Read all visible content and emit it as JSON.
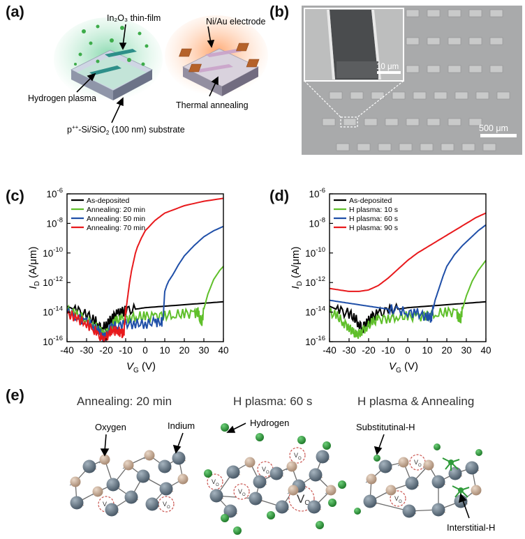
{
  "panels": {
    "a": {
      "label": "(a)",
      "film": "In₂O₃ thin-film",
      "electrode": "Ni/Au electrode",
      "plasma": "Hydrogen plasma",
      "annealing": "Thermal annealing",
      "substrate_pre": "p",
      "substrate_sup": "++",
      "substrate_mid": "-Si/SiO",
      "substrate_sub": "2",
      "substrate_post": " (100 nm) substrate"
    },
    "b": {
      "label": "(b)",
      "inset_scale": "10 μm",
      "main_scale": "500 μm"
    },
    "c": {
      "label": "(c)"
    },
    "d": {
      "label": "(d)"
    },
    "e": {
      "label": "(e)",
      "title1": "Annealing: 20 min",
      "title2": "H plasma: 60 s",
      "title3": "H plasma & Annealing",
      "oxygen": "Oxygen",
      "indium": "Indium",
      "hydrogen": "Hydrogen",
      "subst": "Substitutinal-H",
      "inter": "Interstitial-H",
      "vo": "V",
      "vo_sub": "O"
    }
  },
  "colors": {
    "black": "#000000",
    "green": "#5fbf2a",
    "blue": "#1f4fa8",
    "red": "#e8191c",
    "indium": "#5f7180",
    "oxygen": "#c4a68e",
    "hydrogen": "#2f9a3a",
    "vo_ring": "#c9534e"
  },
  "chart_data": [
    {
      "type": "line",
      "panel": "c",
      "xlabel_main": "V",
      "xlabel_sub": "G",
      "xlabel_unit": " (V)",
      "ylabel_main": "I",
      "ylabel_sub": "D",
      "ylabel_unit": " (A/μm)",
      "xlim": [
        -40,
        40
      ],
      "ylim_log10": [
        -16,
        -6
      ],
      "xticks": [
        "-40",
        "-30",
        "-20",
        "-10",
        "0",
        "10",
        "20",
        "30",
        "40"
      ],
      "ytick_exponents": [
        "-16",
        "-14",
        "-12",
        "-10",
        "-8",
        "-6"
      ],
      "legend_position": "top-left",
      "series": [
        {
          "name": "As-deposited",
          "color": "#000000",
          "x": [
            -40,
            -35,
            -30,
            -26,
            -24,
            -22,
            -20,
            -18,
            -16,
            -14,
            -12,
            -10,
            -5,
            0,
            10,
            20,
            30,
            40
          ],
          "log10": [
            -13.6,
            -13.9,
            -14.2,
            -14.5,
            -14.9,
            -15.1,
            -14.9,
            -14.6,
            -14.3,
            -14.1,
            -14.0,
            -13.9,
            -13.8,
            -13.7,
            -13.6,
            -13.5,
            -13.4,
            -13.3
          ]
        },
        {
          "name": "Annealing: 20 min",
          "color": "#5fbf2a",
          "x": [
            -40,
            -35,
            -30,
            -26,
            -23,
            -21,
            -19,
            -17,
            -15,
            -12,
            -8,
            -4,
            0,
            5,
            10,
            15,
            20,
            25,
            27,
            28,
            29,
            30,
            32,
            35,
            38,
            40
          ],
          "log10": [
            -13.9,
            -14.2,
            -14.5,
            -14.9,
            -15.3,
            -15.6,
            -15.2,
            -14.9,
            -14.6,
            -14.5,
            -14.4,
            -14.3,
            -14.3,
            -14.3,
            -14.2,
            -14.2,
            -14.1,
            -14.1,
            -14.0,
            -14.5,
            -14.6,
            -13.8,
            -12.8,
            -11.8,
            -11.2,
            -10.9
          ]
        },
        {
          "name": "Annealing: 50 min",
          "color": "#1f4fa8",
          "x": [
            -40,
            -35,
            -30,
            -26,
            -23,
            -21,
            -19,
            -17,
            -14,
            -10,
            -5,
            0,
            5,
            8,
            9,
            10,
            11,
            12,
            14,
            17,
            20,
            25,
            30,
            35,
            40
          ],
          "log10": [
            -14.0,
            -14.3,
            -14.7,
            -15.0,
            -15.4,
            -15.8,
            -15.3,
            -15.0,
            -14.9,
            -14.8,
            -14.8,
            -14.8,
            -14.7,
            -14.6,
            -14.7,
            -12.6,
            -12.2,
            -11.9,
            -11.5,
            -10.8,
            -10.2,
            -9.5,
            -8.9,
            -8.5,
            -8.2
          ]
        },
        {
          "name": "Annealing: 70 min",
          "color": "#e8191c",
          "x": [
            -40,
            -35,
            -30,
            -26,
            -23,
            -21,
            -19,
            -17,
            -14,
            -12,
            -11,
            -10,
            -9,
            -8,
            -7,
            -6,
            -5,
            -4,
            -2,
            0,
            5,
            10,
            20,
            30,
            40
          ],
          "log10": [
            -14.1,
            -14.4,
            -14.8,
            -15.2,
            -15.6,
            -15.9,
            -15.5,
            -15.2,
            -15.3,
            -15.4,
            -15.5,
            -14.0,
            -13.0,
            -12.0,
            -11.2,
            -10.6,
            -10.0,
            -9.6,
            -9.0,
            -8.5,
            -7.8,
            -7.3,
            -6.8,
            -6.5,
            -6.3
          ]
        }
      ]
    },
    {
      "type": "line",
      "panel": "d",
      "xlabel_main": "V",
      "xlabel_sub": "G",
      "xlabel_unit": " (V)",
      "ylabel_main": "I",
      "ylabel_sub": "D",
      "ylabel_unit": " (A/μm)",
      "xlim": [
        -40,
        40
      ],
      "ylim_log10": [
        -16,
        -6
      ],
      "xticks": [
        "-40",
        "-30",
        "-20",
        "-10",
        "0",
        "10",
        "20",
        "30",
        "40"
      ],
      "ytick_exponents": [
        "-16",
        "-14",
        "-12",
        "-10",
        "-8",
        "-6"
      ],
      "legend_position": "top-left",
      "series": [
        {
          "name": "As-deposited",
          "color": "#000000",
          "x": [
            -40,
            -35,
            -30,
            -27,
            -25,
            -23,
            -22,
            -20,
            -18,
            -15,
            -10,
            -5,
            0,
            10,
            20,
            30,
            40
          ],
          "log10": [
            -13.6,
            -13.9,
            -14.1,
            -14.4,
            -14.8,
            -15.1,
            -14.9,
            -14.6,
            -14.3,
            -14.1,
            -13.9,
            -13.8,
            -13.7,
            -13.6,
            -13.5,
            -13.4,
            -13.3
          ]
        },
        {
          "name": "H plasma: 10 s",
          "color": "#5fbf2a",
          "x": [
            -40,
            -36,
            -33,
            -30,
            -28,
            -26,
            -24,
            -21,
            -18,
            -15,
            -10,
            -5,
            0,
            5,
            10,
            15,
            20,
            25,
            26,
            27,
            28,
            30,
            33,
            36,
            40
          ],
          "log10": [
            -14.0,
            -14.3,
            -14.7,
            -15.0,
            -15.4,
            -15.6,
            -15.3,
            -15.0,
            -14.7,
            -14.5,
            -14.4,
            -14.3,
            -14.3,
            -14.3,
            -14.2,
            -14.1,
            -14.0,
            -14.0,
            -14.4,
            -14.5,
            -13.8,
            -12.9,
            -11.9,
            -11.2,
            -10.5
          ]
        },
        {
          "name": "H plasma: 60 s",
          "color": "#1f4fa8",
          "x": [
            -40,
            -35,
            -30,
            -25,
            -20,
            -15,
            -10,
            -5,
            0,
            5,
            10,
            12,
            13,
            14,
            16,
            18,
            20,
            24,
            28,
            32,
            36,
            40
          ],
          "log10": [
            -13.2,
            -13.3,
            -13.4,
            -13.5,
            -13.6,
            -13.7,
            -13.8,
            -13.9,
            -14.0,
            -14.1,
            -14.3,
            -14.4,
            -13.8,
            -13.2,
            -12.4,
            -11.6,
            -10.9,
            -10.1,
            -9.5,
            -9.0,
            -8.5,
            -8.1
          ]
        },
        {
          "name": "H plasma: 90 s",
          "color": "#e8191c",
          "x": [
            -40,
            -35,
            -30,
            -25,
            -20,
            -15,
            -10,
            -5,
            0,
            5,
            10,
            15,
            20,
            25,
            30,
            35,
            40
          ],
          "log10": [
            -12.4,
            -12.5,
            -12.6,
            -12.6,
            -12.5,
            -12.2,
            -11.7,
            -11.1,
            -10.5,
            -10.0,
            -9.6,
            -9.2,
            -8.8,
            -8.4,
            -8.0,
            -7.6,
            -7.3
          ]
        }
      ]
    }
  ]
}
